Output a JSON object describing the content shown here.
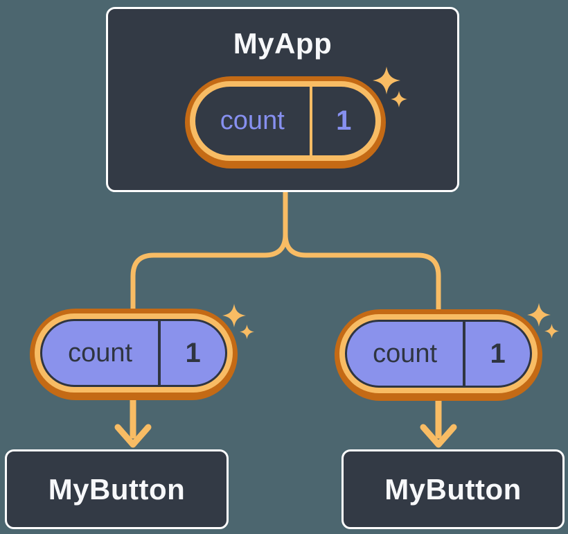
{
  "palette": {
    "background": "#4C666F",
    "node_fill": "#333A45",
    "node_border": "#FFFFFF",
    "node_text": "#F7F8FA",
    "accent_light_orange": "#F8BC64",
    "accent_dark_orange": "#C46A15",
    "state_pill_purple_fill": "#8A92EC",
    "state_text_purple": "#8790F0",
    "state_text_dark": "#2F3540"
  },
  "diagram": {
    "root": {
      "title": "MyApp",
      "state": {
        "label": "count",
        "value": "1"
      }
    },
    "children": [
      {
        "title": "MyButton",
        "prop": {
          "label": "count",
          "value": "1"
        }
      },
      {
        "title": "MyButton",
        "prop": {
          "label": "count",
          "value": "1"
        }
      }
    ]
  }
}
